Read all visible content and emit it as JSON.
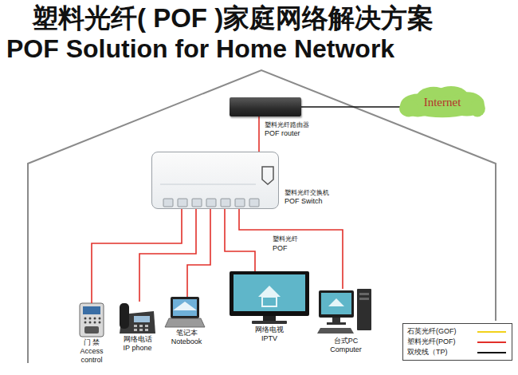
{
  "diagram": {
    "title": "塑料光纤( POF )家庭网络解决方案",
    "nodes": [
      {
        "text": [
          "Internet"
        ]
      },
      {
        "text": [
          "塑料光纤路由器",
          "POF router"
        ]
      },
      {
        "text": [
          "塑料光纤交换机",
          "POF Switch"
        ]
      },
      {
        "text": [
          "门 禁",
          "Access control"
        ]
      },
      {
        "text": [
          "网络电话",
          "IP phone"
        ]
      },
      {
        "text": [
          "笔记本",
          "Notebook"
        ]
      },
      {
        "text": [
          "网络电视",
          "IPTV"
        ]
      },
      {
        "text": [
          "台式PC",
          "Computer"
        ]
      }
    ],
    "edges": [
      {
        "from": 1,
        "to": 0,
        "arrow": "none"
      },
      {
        "from": 1,
        "to": 2,
        "arrow": "none"
      },
      {
        "from": 2,
        "to": 3,
        "arrow": "none"
      },
      {
        "from": 2,
        "to": 4,
        "arrow": "none"
      },
      {
        "from": 2,
        "to": 5,
        "arrow": "none"
      },
      {
        "from": 2,
        "to": 6,
        "arrow": "none"
      },
      {
        "from": 2,
        "to": 7,
        "arrow": "none"
      }
    ],
    "labels": [
      "POF Solution for Home Network",
      "塑料光纤",
      "POF"
    ],
    "legend": [
      {
        "text": "石英光纤(GOF)"
      },
      {
        "text": "塑料光纤(POF)"
      },
      {
        "text": "双绞线（TP)"
      }
    ]
  }
}
